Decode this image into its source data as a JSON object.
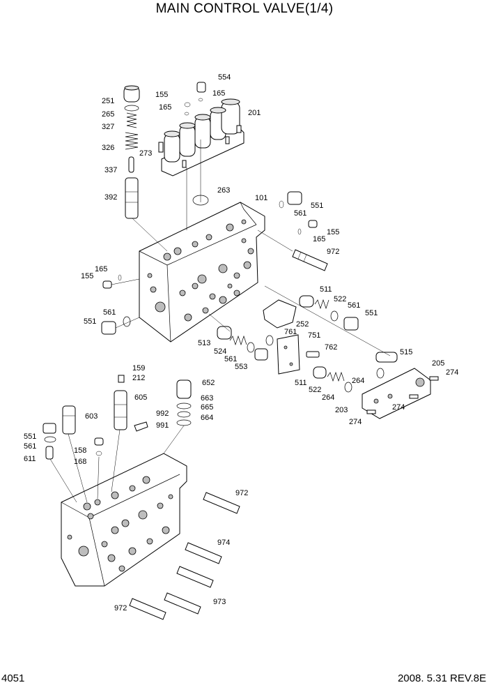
{
  "title": "MAIN CONTROL VALVE(1/4)",
  "footer": {
    "page_number": "4051",
    "date_revision": "2008. 5.31  REV.8E"
  },
  "callouts": [
    {
      "id": "c554a",
      "label": "554"
    },
    {
      "id": "c155a",
      "label": "155"
    },
    {
      "id": "c165a",
      "label": "165"
    },
    {
      "id": "c165b",
      "label": "165"
    },
    {
      "id": "c251",
      "label": "251"
    },
    {
      "id": "c265",
      "label": "265"
    },
    {
      "id": "c201",
      "label": "201"
    },
    {
      "id": "c327",
      "label": "327"
    },
    {
      "id": "c326",
      "label": "326"
    },
    {
      "id": "c273",
      "label": "273"
    },
    {
      "id": "c337",
      "label": "337"
    },
    {
      "id": "c263",
      "label": "263"
    },
    {
      "id": "c101",
      "label": "101"
    },
    {
      "id": "c392",
      "label": "392"
    },
    {
      "id": "c551a",
      "label": "551"
    },
    {
      "id": "c561a",
      "label": "561"
    },
    {
      "id": "c155b",
      "label": "155"
    },
    {
      "id": "c165c",
      "label": "165"
    },
    {
      "id": "c972a",
      "label": "972"
    },
    {
      "id": "c165d",
      "label": "165"
    },
    {
      "id": "c155c",
      "label": "155"
    },
    {
      "id": "c511a",
      "label": "511"
    },
    {
      "id": "c522a",
      "label": "522"
    },
    {
      "id": "c561b",
      "label": "561"
    },
    {
      "id": "c551b",
      "label": "551"
    },
    {
      "id": "c561c",
      "label": "561"
    },
    {
      "id": "c551c",
      "label": "551"
    },
    {
      "id": "c252",
      "label": "252"
    },
    {
      "id": "c761",
      "label": "761"
    },
    {
      "id": "c751",
      "label": "751"
    },
    {
      "id": "c513",
      "label": "513"
    },
    {
      "id": "c524",
      "label": "524"
    },
    {
      "id": "c561d",
      "label": "561"
    },
    {
      "id": "c553",
      "label": "553"
    },
    {
      "id": "c762",
      "label": "762"
    },
    {
      "id": "c515",
      "label": "515"
    },
    {
      "id": "c205",
      "label": "205"
    },
    {
      "id": "c274a",
      "label": "274"
    },
    {
      "id": "c159",
      "label": "159"
    },
    {
      "id": "c212",
      "label": "212"
    },
    {
      "id": "c652",
      "label": "652"
    },
    {
      "id": "c511b",
      "label": "511"
    },
    {
      "id": "c264a",
      "label": "264"
    },
    {
      "id": "c522b",
      "label": "522"
    },
    {
      "id": "c264b",
      "label": "264"
    },
    {
      "id": "c605",
      "label": "605"
    },
    {
      "id": "c663",
      "label": "663"
    },
    {
      "id": "c665",
      "label": "665"
    },
    {
      "id": "c203",
      "label": "203"
    },
    {
      "id": "c274b",
      "label": "274"
    },
    {
      "id": "c603",
      "label": "603"
    },
    {
      "id": "c992",
      "label": "992"
    },
    {
      "id": "c664",
      "label": "664"
    },
    {
      "id": "c274c",
      "label": "274"
    },
    {
      "id": "c991",
      "label": "991"
    },
    {
      "id": "c551d",
      "label": "551"
    },
    {
      "id": "c561e",
      "label": "561"
    },
    {
      "id": "c158",
      "label": "158"
    },
    {
      "id": "c611",
      "label": "611"
    },
    {
      "id": "c168",
      "label": "168"
    },
    {
      "id": "c972b",
      "label": "972"
    },
    {
      "id": "c974",
      "label": "974"
    },
    {
      "id": "c972c",
      "label": "972"
    },
    {
      "id": "c973",
      "label": "973"
    }
  ]
}
